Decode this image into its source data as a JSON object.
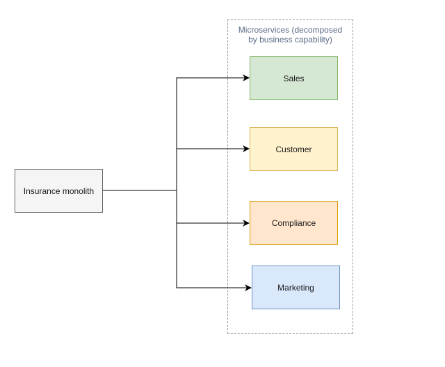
{
  "diagram": {
    "group": {
      "title": "Microservices (decomposed\nby business capability)",
      "border_color": "#9a9a9a",
      "title_color": "#5a6b85"
    },
    "nodes": {
      "monolith": {
        "label": "Insurance monolith",
        "fill": "#f5f5f5",
        "stroke": "#666666"
      },
      "sales": {
        "label": "Sales",
        "fill": "#d5e8d4",
        "stroke": "#82b366"
      },
      "customer": {
        "label": "Customer",
        "fill": "#fff2cc",
        "stroke": "#d6b656"
      },
      "compliance": {
        "label": "Compliance",
        "fill": "#ffe6cc",
        "stroke": "#d79b00"
      },
      "marketing": {
        "label": "Marketing",
        "fill": "#dae8fc",
        "stroke": "#6c8ebf"
      }
    },
    "edges": [
      {
        "from": "monolith",
        "to": "sales"
      },
      {
        "from": "monolith",
        "to": "customer"
      },
      {
        "from": "monolith",
        "to": "compliance"
      },
      {
        "from": "monolith",
        "to": "marketing"
      }
    ]
  }
}
